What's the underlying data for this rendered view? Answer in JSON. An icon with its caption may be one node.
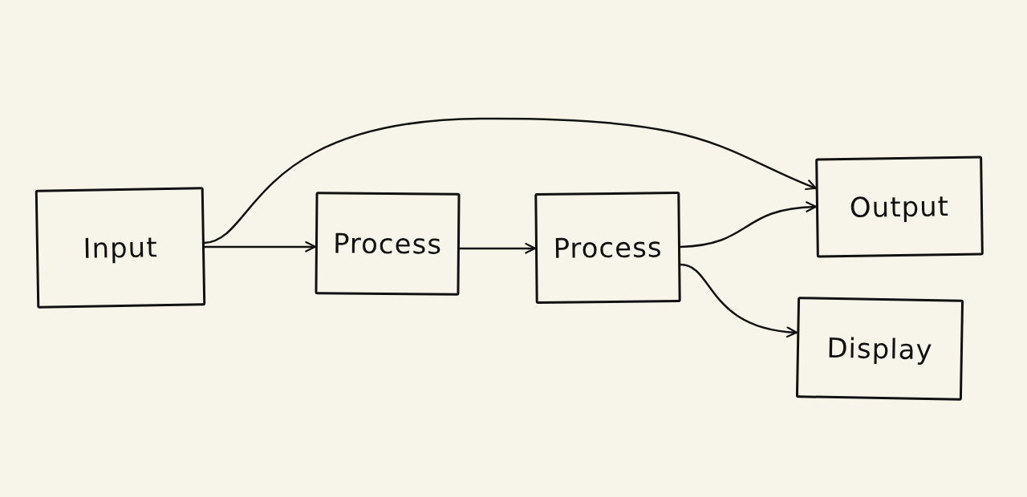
{
  "diagram": {
    "nodes": [
      {
        "text": [
          "Input"
        ]
      },
      {
        "text": [
          "Process"
        ]
      },
      {
        "text": [
          "Process"
        ]
      },
      {
        "text": [
          "Output"
        ]
      },
      {
        "text": [
          "Display"
        ]
      }
    ],
    "edges": [
      {
        "from": 0,
        "to": 1,
        "arrow": "to"
      },
      {
        "from": 1,
        "to": 2,
        "arrow": "to"
      },
      {
        "from": 0,
        "to": 3,
        "arrow": "to"
      },
      {
        "from": 2,
        "to": 3,
        "arrow": "to"
      },
      {
        "from": 2,
        "to": 4,
        "arrow": "to"
      }
    ]
  }
}
